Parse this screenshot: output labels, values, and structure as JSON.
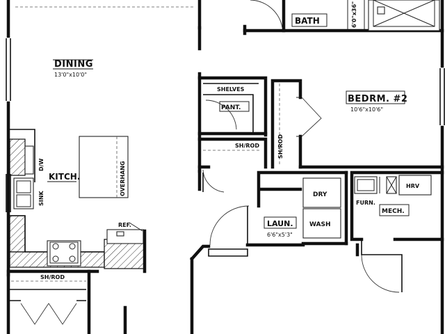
{
  "rooms": {
    "dining": {
      "label": "DINING",
      "dims": "13'0\"x10'0\""
    },
    "bedroom2": {
      "label": "BEDRM. #2",
      "dims": "10'6\"x10'6\""
    },
    "bath": {
      "label": "BATH"
    },
    "kitchen": {
      "label": "KITCH."
    },
    "pantry": {
      "label": "PANT."
    },
    "laundry": {
      "label": "LAUN.",
      "dims": "6'6\"x5'3\""
    },
    "mechanical": {
      "label": "MECH."
    }
  },
  "fixtures": {
    "tub": "6'0\"x36\" TUB/SHWR",
    "shelves": "SHELVES",
    "sh_rod_pantry": "SH/ROD",
    "sh_rod_closet": "SH/ROD",
    "sh_rod_entry": "SH/ROD",
    "dryer": "DRY",
    "washer": "WASH",
    "hrv": "HRV",
    "furnace": "FURN.",
    "fridge": "REF.",
    "sink": "SINK",
    "dishwasher": "D/W",
    "overhang": "OVERHANG"
  }
}
